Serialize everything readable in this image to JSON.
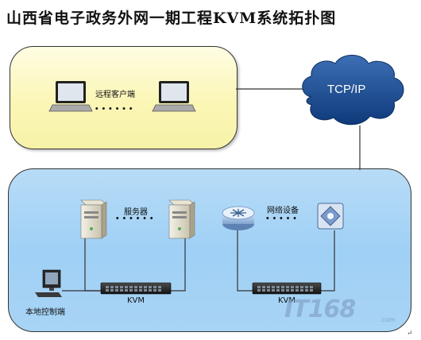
{
  "title": "山西省电子政务外网一期工程KVM系统拓扑图",
  "remote": {
    "label": "远程客户端",
    "dots": "······"
  },
  "cloud": {
    "label": "TCP/IP"
  },
  "servers": {
    "label": "服务器",
    "dots": "······"
  },
  "network": {
    "label": "网络设备",
    "dots": "·····"
  },
  "kvm": {
    "left_label": "KVM",
    "right_label": "KVM"
  },
  "local": {
    "label": "本地控制端"
  },
  "watermark": {
    "text": "IT168",
    "sub": ".com"
  },
  "corner_mark": "↵"
}
